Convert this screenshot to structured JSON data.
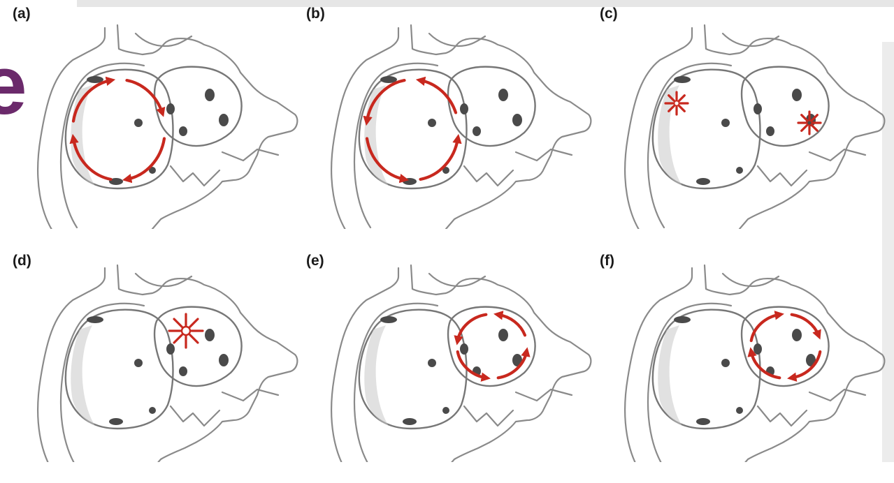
{
  "brand": {
    "letter": "e",
    "color": "#6b2a6b"
  },
  "colors": {
    "arrow": "#c8281e",
    "tissue_light": "#f2f2f2",
    "tissue_dark": "#d6d6d6",
    "outline": "#8a8a8a"
  },
  "panels": [
    {
      "label": "(a)",
      "pattern": "rotation-clockwise",
      "target": "large-chamber"
    },
    {
      "label": "(b)",
      "pattern": "rotation-counterclockwise",
      "target": "large-chamber"
    },
    {
      "label": "(c)",
      "pattern": "focal-sources",
      "target": "both-chambers"
    },
    {
      "label": "(d)",
      "pattern": "focal-source",
      "target": "small-chamber"
    },
    {
      "label": "(e)",
      "pattern": "rotation-counterclockwise",
      "target": "small-chamber"
    },
    {
      "label": "(f)",
      "pattern": "rotation-clockwise",
      "target": "small-chamber"
    }
  ]
}
